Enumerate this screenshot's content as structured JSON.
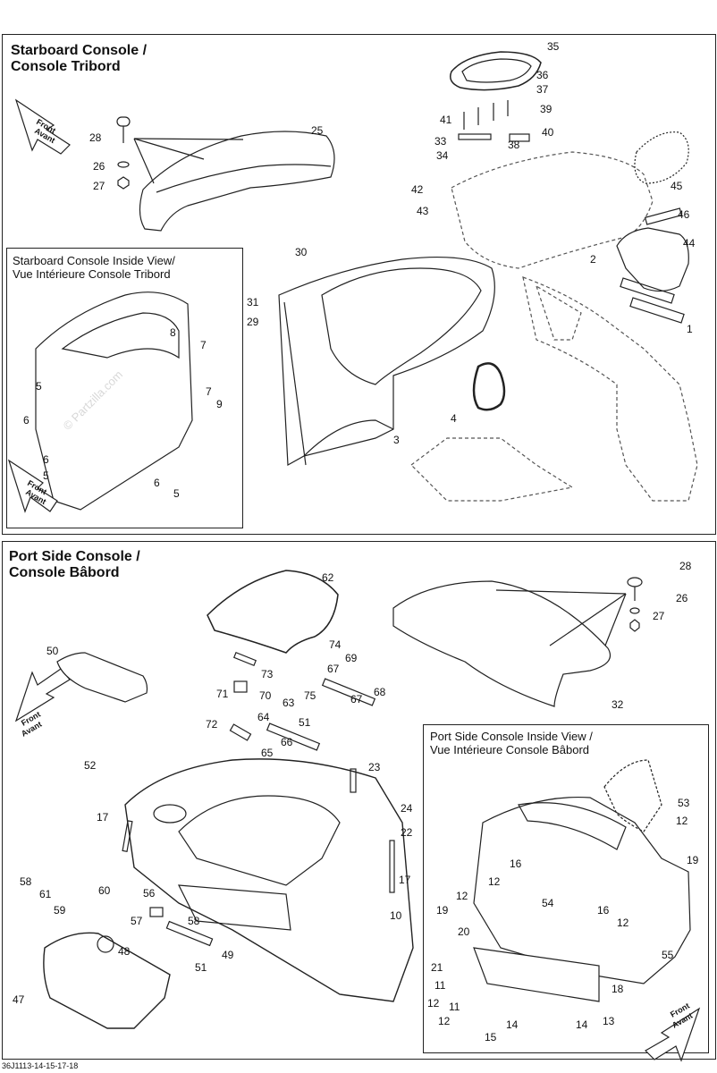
{
  "starboard": {
    "title_line1": "Starboard Console /",
    "title_line2": "Console Tribord",
    "inset_title_line1": "Starboard Console Inside View/",
    "inset_title_line2": "Vue Intérieure Console Tribord",
    "front_line1": "Front",
    "front_line2": "Avant",
    "inset_front_line1": "Front",
    "inset_front_line2": "Avant",
    "callouts": [
      "35",
      "36",
      "37",
      "41",
      "39",
      "33",
      "38",
      "40",
      "34",
      "42",
      "43",
      "45",
      "46",
      "44",
      "2",
      "1",
      "28",
      "25",
      "26",
      "27",
      "30",
      "31",
      "29",
      "3",
      "4",
      "8",
      "7",
      "5",
      "6",
      "7",
      "9",
      "6",
      "5",
      "6",
      "5"
    ]
  },
  "port": {
    "title_line1": "Port Side Console /",
    "title_line2": "Console Bâbord",
    "inset_title_line1": "Port Side Console Inside View /",
    "inset_title_line2": "Vue Intérieure Console Bâbord",
    "front_line1": "Front",
    "front_line2": "Avant",
    "inset_front_line1": "Front",
    "inset_front_line2": "Avant",
    "callouts": [
      "62",
      "28",
      "26",
      "27",
      "50",
      "74",
      "69",
      "73",
      "67",
      "68",
      "71",
      "70",
      "75",
      "67",
      "63",
      "72",
      "64",
      "51",
      "66",
      "65",
      "32",
      "52",
      "23",
      "24",
      "22",
      "17",
      "17",
      "10",
      "58",
      "61",
      "59",
      "60",
      "56",
      "57",
      "58",
      "48",
      "49",
      "51",
      "47",
      "53",
      "12",
      "19",
      "16",
      "12",
      "19",
      "12",
      "54",
      "16",
      "12",
      "55",
      "20",
      "21",
      "11",
      "12",
      "11",
      "12",
      "18",
      "14",
      "13",
      "14",
      "15"
    ]
  },
  "watermark": "© Partzilla.com",
  "footer": "36J1113-14-15-17-18"
}
